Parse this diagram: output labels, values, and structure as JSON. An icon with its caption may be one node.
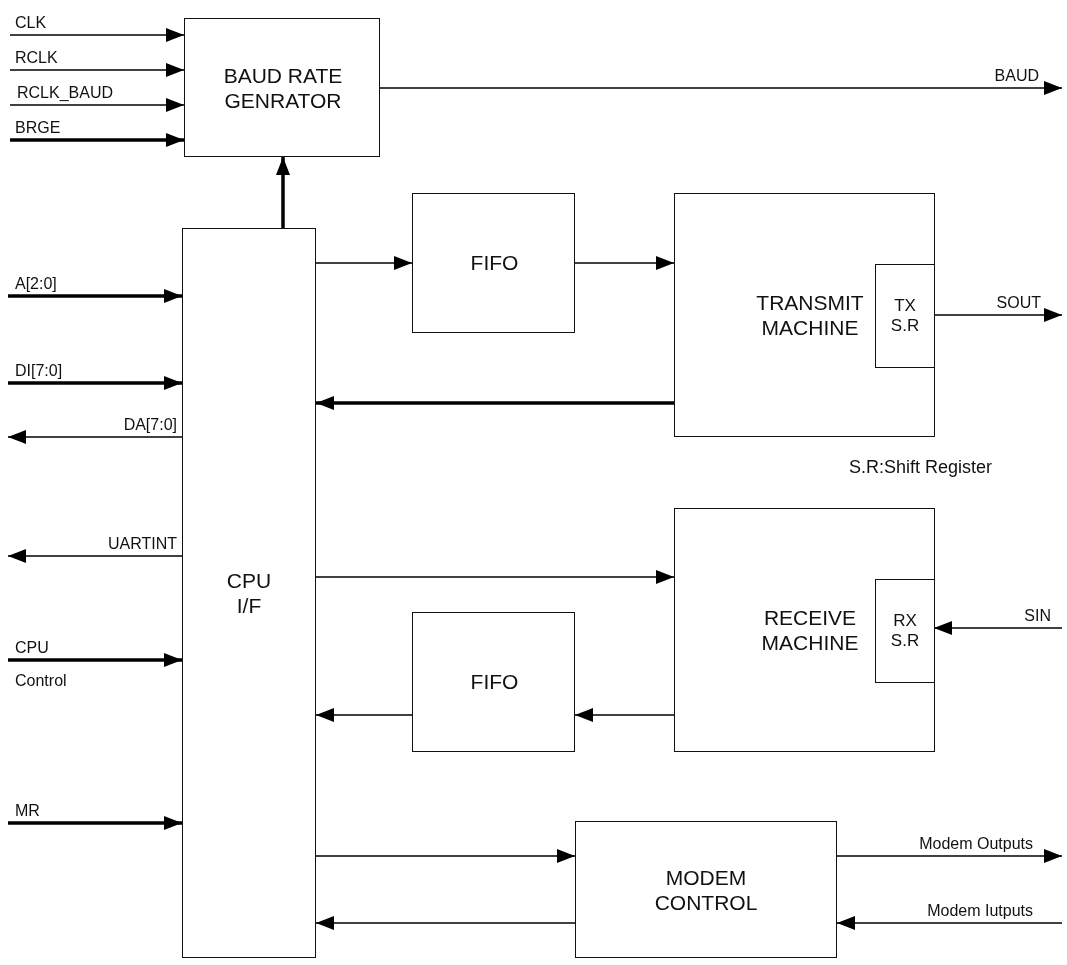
{
  "diagram": {
    "nodes": [
      {
        "text": [
          "BAUD RATE GENRATOR"
        ]
      },
      {
        "text": [
          "CPU I/F"
        ]
      },
      {
        "text": [
          "FIFO"
        ]
      },
      {
        "text": [
          "TRANSMIT MACHINE"
        ]
      },
      {
        "text": [
          "TX S.R"
        ],
        "in": 3
      },
      {
        "text": [
          "FIFO"
        ]
      },
      {
        "text": [
          "RECEIVE MACHINE"
        ]
      },
      {
        "text": [
          "RX S.R"
        ],
        "in": 6
      },
      {
        "text": [
          "MODEM CONTROL"
        ]
      }
    ],
    "edges": [
      {
        "from": null,
        "to": 0,
        "arrow": "to",
        "label": "CLK"
      },
      {
        "from": null,
        "to": 0,
        "arrow": "to",
        "label": "RCLK"
      },
      {
        "from": null,
        "to": 0,
        "arrow": "to",
        "label": "RCLK_BAUD"
      },
      {
        "from": null,
        "to": 0,
        "arrow": "to",
        "label": "BRGE",
        "style": "thick"
      },
      {
        "from": 0,
        "to": null,
        "arrow": "to",
        "label": "BAUD"
      },
      {
        "from": 1,
        "to": 0,
        "arrow": "to",
        "style": "thick"
      },
      {
        "from": 1,
        "to": 2,
        "arrow": "to"
      },
      {
        "from": 2,
        "to": 3,
        "arrow": "to"
      },
      {
        "from": 3,
        "to": 1,
        "arrow": "to",
        "style": "thick"
      },
      {
        "from": 4,
        "to": null,
        "arrow": "to",
        "label": "SOUT"
      },
      {
        "from": null,
        "to": 1,
        "arrow": "to",
        "label": "A[2:0]",
        "style": "thick"
      },
      {
        "from": null,
        "to": 1,
        "arrow": "to",
        "label": "DI[7:0]",
        "style": "thick"
      },
      {
        "from": 1,
        "to": null,
        "arrow": "to",
        "label": "DA[7:0]"
      },
      {
        "from": 1,
        "to": null,
        "arrow": "to",
        "label": "UARTINT"
      },
      {
        "from": null,
        "to": 1,
        "arrow": "to",
        "label": "CPU",
        "style": "thick"
      },
      {
        "from": null,
        "to": 1,
        "arrow": "to",
        "label": "MR",
        "style": "thick"
      },
      {
        "from": 1,
        "to": 6,
        "arrow": "to"
      },
      {
        "from": 6,
        "to": 5,
        "arrow": "to"
      },
      {
        "from": 5,
        "to": 1,
        "arrow": "to"
      },
      {
        "from": null,
        "to": 7,
        "arrow": "to",
        "label": "SIN"
      },
      {
        "from": 1,
        "to": 8,
        "arrow": "to"
      },
      {
        "from": 8,
        "to": 1,
        "arrow": "to"
      },
      {
        "from": 8,
        "to": null,
        "arrow": "to",
        "label": "Modem Outputs"
      },
      {
        "from": null,
        "to": 8,
        "arrow": "to",
        "label": "Modem Iutputs"
      }
    ],
    "labels": [
      "S.R:Shift Register",
      "Control"
    ]
  }
}
